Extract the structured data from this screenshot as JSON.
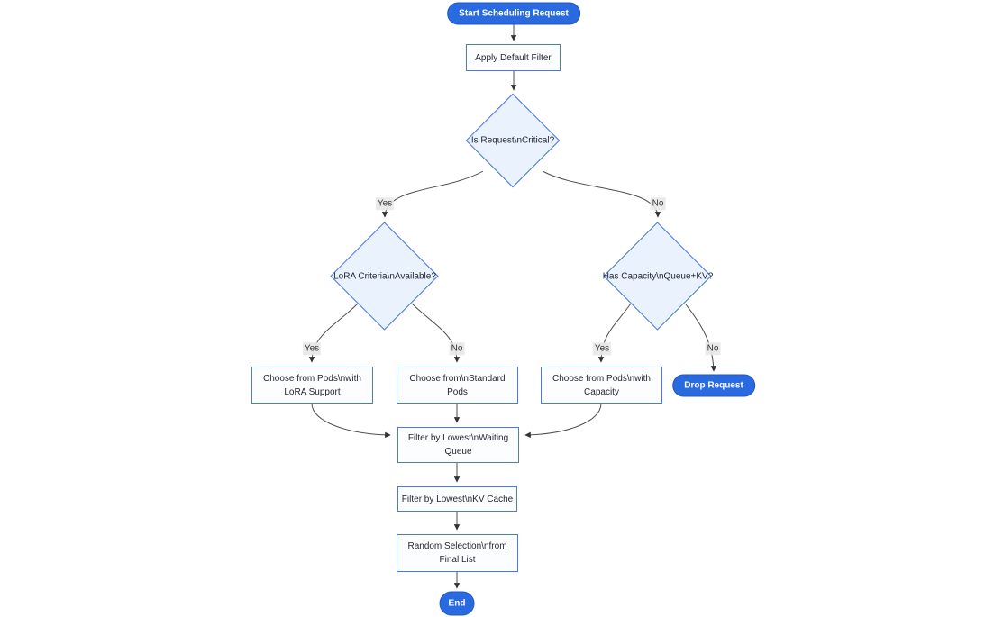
{
  "diagram": {
    "type": "flowchart-top-down",
    "background_color": "#ffffff",
    "colors": {
      "accent_blue": "#2a6ae0",
      "node_border_blue": "#4a79e2",
      "diamond_fill": "#e9f2fd",
      "diamond_border": "#4073df",
      "rect_fill": "#fcfdff",
      "edge_line": "#4d4d4d",
      "edge_label_bg": "#e8e8e8",
      "text_dark": "#1f2430",
      "stadium_text": "#ffffff"
    },
    "nodes": {
      "start": {
        "label": "Start Scheduling Request",
        "shape": "stadium"
      },
      "apply_filter": {
        "label": "Apply Default Filter",
        "shape": "rect"
      },
      "is_critical": {
        "label": "Is Request\\nCritical?",
        "shape": "diamond"
      },
      "lora_criteria": {
        "label": "LoRA Criteria\\nAvailable?",
        "shape": "diamond"
      },
      "has_capacity": {
        "label": "Has Capacity\\nQueue+KV?",
        "shape": "diamond"
      },
      "choose_lora_pods": {
        "label": "Choose from Pods\\nwith LoRA Support",
        "shape": "rect"
      },
      "choose_standard_pods": {
        "label": "Choose from\\nStandard Pods",
        "shape": "rect"
      },
      "choose_capacity_pods": {
        "label": "Choose from Pods\\nwith Capacity",
        "shape": "rect"
      },
      "drop_request": {
        "label": "Drop Request",
        "shape": "stadium"
      },
      "filter_waiting_queue": {
        "label": "Filter by Lowest\\nWaiting Queue",
        "shape": "rect"
      },
      "filter_kv_cache": {
        "label": "Filter by Lowest\\nKV Cache",
        "shape": "rect"
      },
      "random_selection": {
        "label": "Random Selection\\nfrom Final List",
        "shape": "rect"
      },
      "end": {
        "label": "End",
        "shape": "stadium"
      }
    },
    "edge_labels": {
      "critical_yes": "Yes",
      "critical_no": "No",
      "lora_yes": "Yes",
      "lora_no": "No",
      "capacity_yes": "Yes",
      "capacity_no": "No"
    }
  }
}
